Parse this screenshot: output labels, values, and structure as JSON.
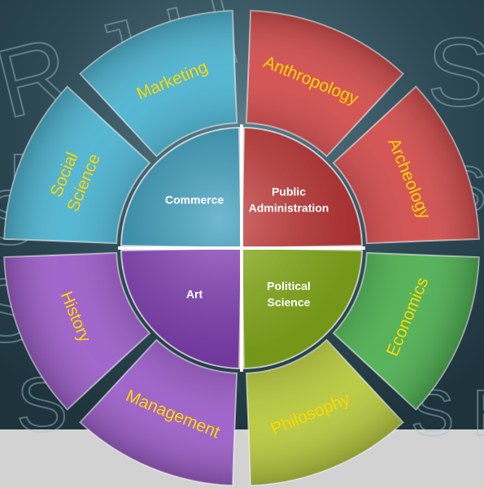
{
  "background": {
    "letters": [
      {
        "text": "R J H"
      },
      {
        "text": "R"
      },
      {
        "text": "S"
      },
      {
        "text": "S"
      },
      {
        "text": "S"
      },
      {
        "text": "S"
      },
      {
        "text": "S E"
      },
      {
        "text": "S"
      }
    ],
    "top_color": "#2e4a55",
    "bottom_color": "#d2d2d2"
  },
  "wheel": {
    "label_color": "#ffd700",
    "outer_segments": [
      {
        "label_lines": [
          "Marketing"
        ],
        "color": "#4bb3d0"
      },
      {
        "label_lines": [
          "Anthropology"
        ],
        "color": "#d34b4b"
      },
      {
        "label_lines": [
          "Archeology"
        ],
        "color": "#d34b4b"
      },
      {
        "label_lines": [
          "Economics"
        ],
        "color": "#4caf50"
      },
      {
        "label_lines": [
          "Philosophy"
        ],
        "color": "#b6c93b"
      },
      {
        "label_lines": [
          "Management"
        ],
        "color": "#9b5cc8"
      },
      {
        "label_lines": [
          "History"
        ],
        "color": "#9b5cc8"
      },
      {
        "label_lines": [
          "Social",
          "Science"
        ],
        "color": "#4bb3d0"
      }
    ],
    "inner_segments": [
      {
        "label_lines": [
          "Commerce"
        ],
        "color": "#3a9fbf"
      },
      {
        "label_lines": [
          "Public",
          "Administration"
        ],
        "color": "#c93a3a"
      },
      {
        "label_lines": [
          "Political",
          "Science"
        ],
        "color": "#8fb81e"
      },
      {
        "label_lines": [
          "Art"
        ],
        "color": "#8a45be"
      }
    ]
  }
}
